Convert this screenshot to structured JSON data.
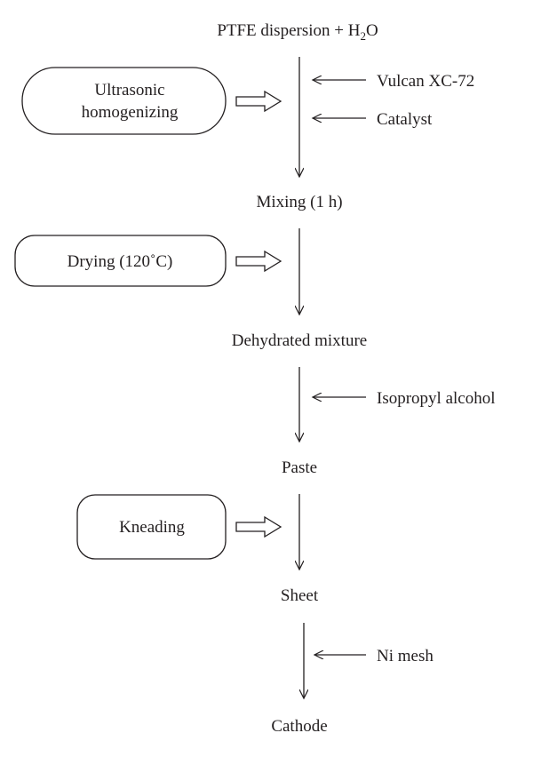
{
  "nodes": {
    "ptfe": {
      "text": "PTFE dispersion + H",
      "sub": "2",
      "tail": "O"
    },
    "mixing": "Mixing (1 h)",
    "dehydrated": "Dehydrated mixture",
    "paste": "Paste",
    "sheet": "Sheet",
    "cathode": "Cathode"
  },
  "inputs": {
    "vulcan": "Vulcan XC-72",
    "catalyst": "Catalyst",
    "isopropyl": "Isopropyl alcohol",
    "ni_mesh": "Ni mesh"
  },
  "processes": {
    "ultrasonic": [
      "Ultrasonic",
      "homogenizing"
    ],
    "drying": "Drying (120˚C)",
    "kneading": "Kneading"
  }
}
